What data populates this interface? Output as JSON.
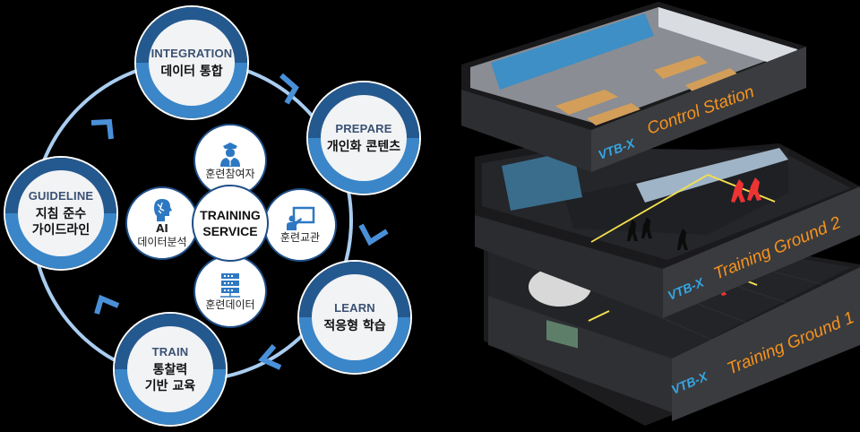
{
  "cycle": {
    "stages": [
      {
        "id": "integration",
        "en": "INTEGRATION",
        "ko": "데이터 통합"
      },
      {
        "id": "prepare",
        "en": "PREPARE",
        "ko": "개인화 콘텐츠"
      },
      {
        "id": "learn",
        "en": "LEARN",
        "ko": "적응형 학습"
      },
      {
        "id": "train",
        "en": "TRAIN",
        "ko": "통찰력\n기반 교육"
      },
      {
        "id": "guideline",
        "en": "GUIDELINE",
        "ko": "지침 준수\n가이드라인"
      }
    ],
    "arrow_color": "#a9cdf0",
    "arrowhead_color": "#4a90d9",
    "ring_dark": "#24598f",
    "ring_light": "#3a86c8"
  },
  "service": {
    "center": "TRAINING\nSERVICE",
    "items": [
      {
        "id": "participant",
        "icon": "officer-icon",
        "label": "훈련참여자"
      },
      {
        "id": "instructor",
        "icon": "presentation-icon",
        "label": "훈련교관"
      },
      {
        "id": "data",
        "icon": "server-icon",
        "label": "훈련데이터"
      },
      {
        "id": "ai",
        "icon": "brain-icon",
        "label_top": "AI",
        "label": "데이터분석"
      }
    ]
  },
  "building": {
    "brand": "VTB-X",
    "floors": [
      {
        "id": "control",
        "label": "Control Station"
      },
      {
        "id": "tg2",
        "label": "Training Ground 2"
      },
      {
        "id": "tg1",
        "label": "Training Ground 1"
      }
    ]
  }
}
